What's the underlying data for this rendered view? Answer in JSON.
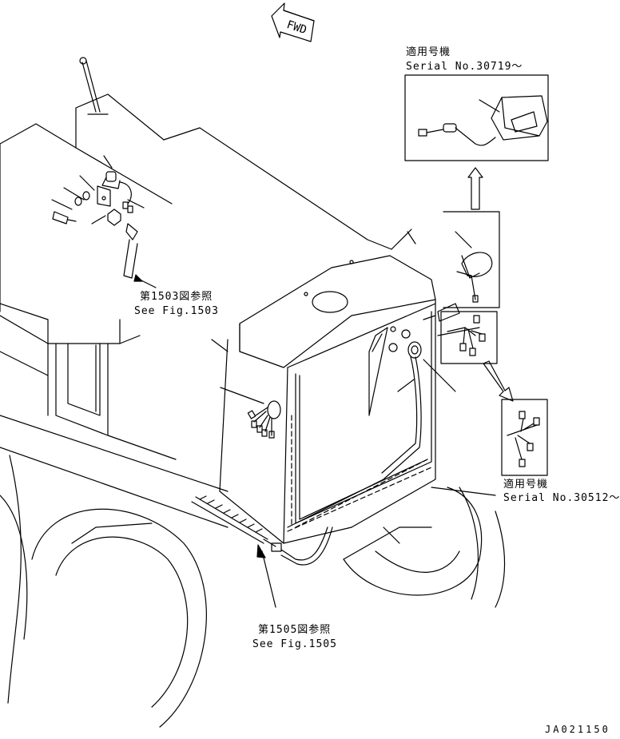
{
  "fwd_label": "FWD",
  "callouts": {
    "serial_30719_jp": "適用号機",
    "serial_30719_en": "Serial No.30719～",
    "serial_30512_jp": "適用号機",
    "serial_30512_en": "Serial No.30512～",
    "fig1503_jp": "第1503図参照",
    "fig1503_en": "See Fig.1503",
    "fig1505_jp": "第1505図参照",
    "fig1505_en": "See Fig.1505"
  },
  "drawing_number": "JA021150"
}
